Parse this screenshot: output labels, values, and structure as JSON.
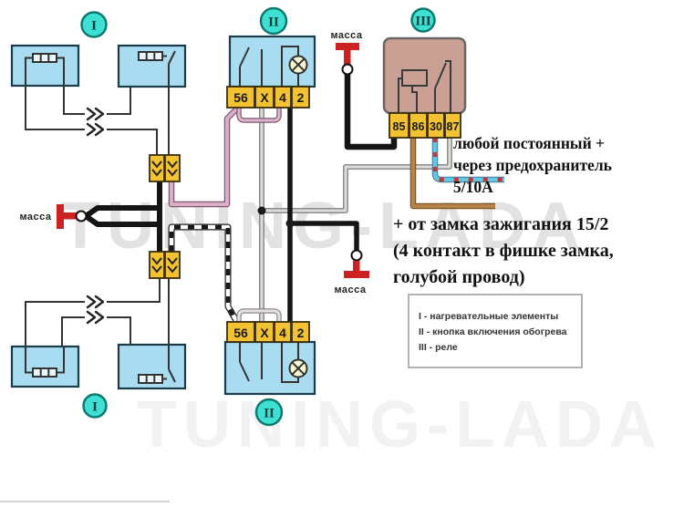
{
  "numerals": {
    "i": "I",
    "ii": "II",
    "iii": "III"
  },
  "ground_label": "масса",
  "switch_terminals": [
    "56",
    "X",
    "4",
    "2"
  ],
  "relay_terminals": [
    "85",
    "86",
    "30",
    "87"
  ],
  "notes": {
    "permanent_plus_line1": "любой постоянный +",
    "permanent_plus_line2": "через предохранитель",
    "permanent_plus_line3": "5/10А",
    "ignition_line1": "+ от замка зажигания 15/2",
    "ignition_line2": "(4 контакт в фишке замка,",
    "ignition_line3": "голубой провод)"
  },
  "legend": {
    "item1": "I - нагревательные элементы",
    "item2": "II - кнопка включения обогрева",
    "item3": "III - реле"
  },
  "watermark": "TUNING-LADA",
  "colors": {
    "wire_black": "#151515",
    "wire_pink": "#d4a8c4",
    "wire_gray": "#d6d6d6",
    "wire_brown": "#b08046",
    "wire_blue_striped": "#62c6e4",
    "wire_blackwhite_striped": "#ffffff",
    "ground_red": "#cc2222",
    "connector_yellow": "#f2c233",
    "box_blue": "#a9dcf0",
    "circle_cyan": "#3fe0d4",
    "relay_tan": "#c9a093"
  }
}
